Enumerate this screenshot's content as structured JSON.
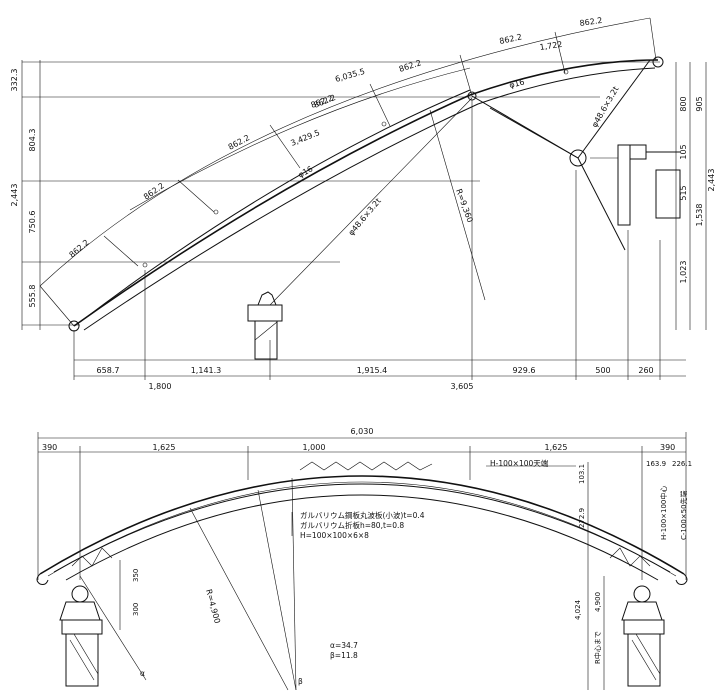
{
  "upper": {
    "arc_dims": [
      "862.2",
      "862.2",
      "862.2",
      "862.2",
      "862.2",
      "862.2"
    ],
    "chord_long": "6,035.5",
    "chord_mid": "3,429.5",
    "seg_1722": "1,722",
    "rod1": "φ16",
    "rod2": "φ16",
    "pipe1": "φ48.6×3.2t",
    "pipe2": "φ48.6×3.2t",
    "radius": "R=9,360",
    "left_heights": [
      "332.3",
      "804.3",
      "750.6",
      "555.8"
    ],
    "left_total": "2,443",
    "right_dims_a": [
      "800",
      "105",
      "515"
    ],
    "right_dims_b": [
      "905",
      "2,443",
      "1,538",
      "1,023"
    ],
    "bottom_row1": [
      "658.7",
      "1,141.3",
      "1,915.4",
      "929.6",
      "500",
      "260"
    ],
    "bottom_row2": [
      "1,800",
      "3,605"
    ]
  },
  "lower": {
    "total": "6,030",
    "spans": [
      "390",
      "1,625",
      "1,000",
      "1,625",
      "390"
    ],
    "right_top": [
      "163.9",
      "226.1"
    ],
    "label_beam_end": "H-100×100天端",
    "label_center": "H-100×100中心",
    "label_c": "C-100×50先端",
    "dim_103": "103.1",
    "dim_272": "272.9",
    "dim_4024": "4,024",
    "dim_4900": "4,900",
    "label_r_center": "R中心まで",
    "left_350": "350",
    "left_300": "300",
    "radius": "R=4,900",
    "notes": [
      "ガルバリウム鋼板丸波板(小波)t=0.4",
      "ガルバリウム折板h=80,t=0.8",
      "H=100×100×6×8"
    ],
    "alpha": "α=34.7",
    "beta": "β=11.8",
    "alpha_sym": "α",
    "beta_sym": "β"
  }
}
